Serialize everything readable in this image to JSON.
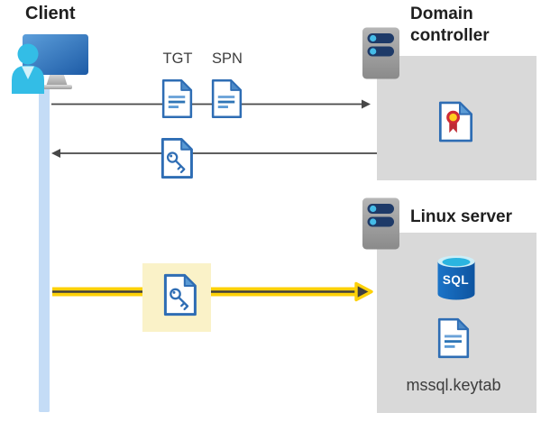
{
  "client": {
    "label": "Client",
    "icon": "client-user-monitor-icon",
    "lifeline_icon": "client-lifeline-bar"
  },
  "tickets": {
    "tgt": "TGT",
    "spn": "SPN",
    "tgt_icon": "document-icon",
    "spn_icon": "document-icon",
    "service_ticket_icon": "key-document-icon",
    "highlighted_ticket_icon": "key-document-icon"
  },
  "domain_controller": {
    "label": "Domain controller",
    "server_icon": "server-icon",
    "certificate_icon": "certificate-document-icon"
  },
  "linux_server": {
    "label": "Linux server",
    "sql_badge": "SQL",
    "keytab_label": "mssql.keytab",
    "server_icon": "server-icon",
    "database_icon": "sql-database-icon",
    "keytab_icon": "document-icon"
  },
  "arrows": {
    "request_arrow": "right-arrow",
    "response_arrow": "left-arrow",
    "auth_arrow": "yellow-highlight-right-arrow"
  },
  "colors": {
    "doc_blue": "#2e6db4",
    "doc_fold_blue": "#4e8bc8",
    "arrow_gray": "#474747",
    "accent_yellow": "#fdd108",
    "highlight_yellow": "#faf2c8",
    "panel_gray": "#d9d9d9",
    "lifeline_blue": "#c4dcf6",
    "sql_blue": "#1368c4",
    "person_cyan": "#33bde6",
    "server_navy": "#1e3a68",
    "cert_gold": "#ffcf1f",
    "cert_red": "#cf2b35"
  }
}
